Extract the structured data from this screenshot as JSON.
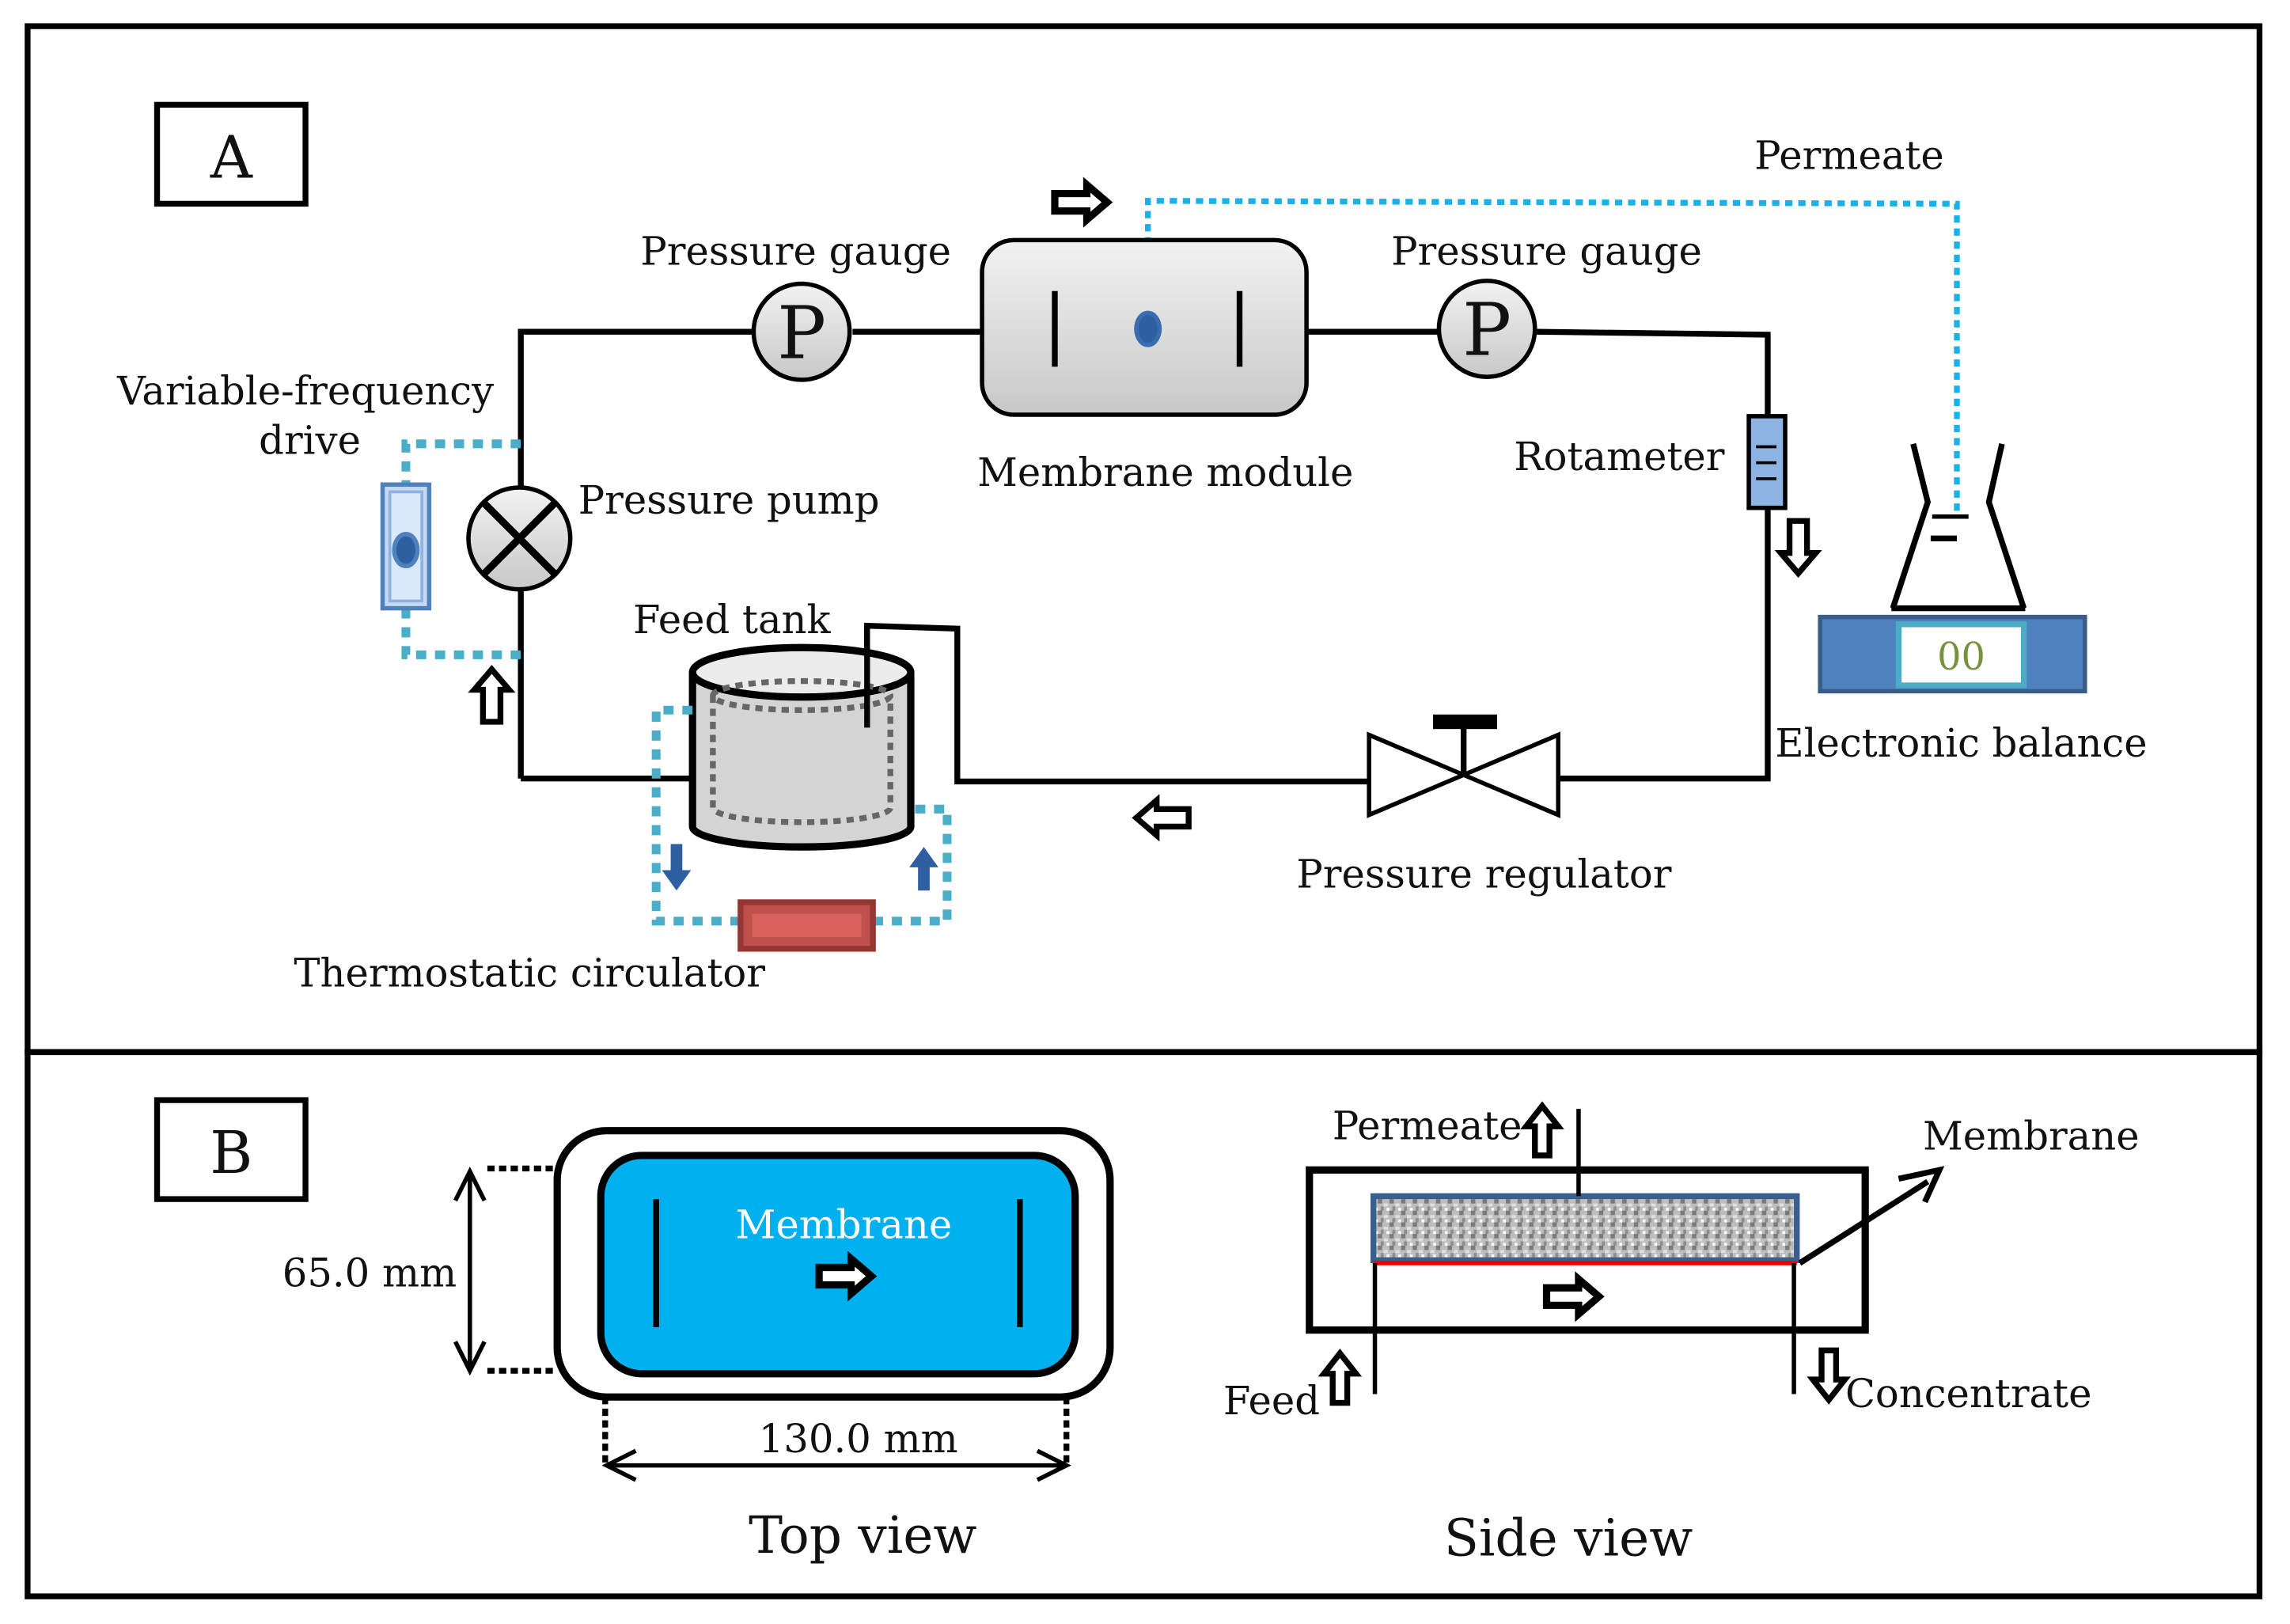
{
  "panel_a": {
    "label": "A",
    "labels": {
      "permeate": "Permeate",
      "pressure_gauge_left": "Pressure gauge",
      "pressure_gauge_right": "Pressure gauge",
      "gauge_symbol": "P",
      "vfd_line1": "Variable-frequency",
      "vfd_line2": "drive",
      "pressure_pump": "Pressure pump",
      "membrane_module": "Membrane module",
      "rotameter": "Rotameter",
      "feed_tank": "Feed tank",
      "electronic_balance": "Electronic balance",
      "balance_display": "00",
      "pressure_regulator": "Pressure regulator",
      "thermostatic_circulator": "Thermostatic circulator"
    }
  },
  "panel_b": {
    "label": "B",
    "top_view": {
      "membrane": "Membrane",
      "height_dim": "65.0 mm",
      "width_dim": "130.0 mm",
      "caption": "Top view"
    },
    "side_view": {
      "permeate": "Permeate",
      "membrane": "Membrane",
      "feed": "Feed",
      "concentrate": "Concentrate",
      "caption": "Side view"
    }
  },
  "colors": {
    "membrane_blue": "#00b0ef",
    "balance_blue": "#4f81bd",
    "heater_red": "#c0504d",
    "permeate_line": "#1ab0e8",
    "control_line": "#4aaec8"
  }
}
